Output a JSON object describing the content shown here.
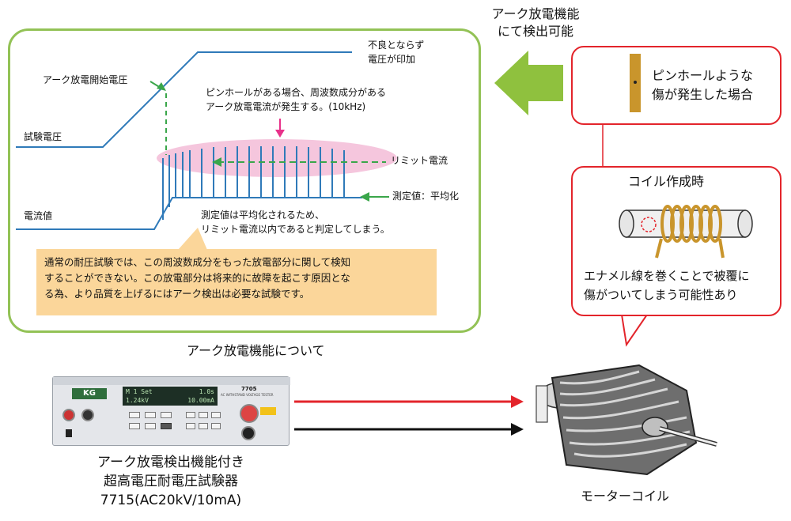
{
  "arc_panel": {
    "label_arc_start_voltage": "アーク放電開始電圧",
    "label_test_voltage": "試験電圧",
    "label_current_value": "電流値",
    "label_no_defect_line1": "不良とならず",
    "label_no_defect_line2": "電圧が印加",
    "label_pinhole_line1": "ピンホールがある場合、周波数成分がある",
    "label_pinhole_line2": "アーク放電電流が発生する。(10kHz)",
    "label_limit_current": "リミット電流",
    "label_measured": "測定値：平均化",
    "label_averaged_line1": "測定値は平均化されるため、",
    "label_averaged_line2": "リミット電流以内であると判定してしまう。",
    "note_line1": "通常の耐圧試験では、この周波数成分をもった放電部分に関して検知",
    "note_line2": "することができない。この放電部分は将来的に故障を起こす原因とな",
    "note_line3": "る為、より品質を上げるにはアーク検出は必要な試験です。",
    "caption": "アーク放電機能について"
  },
  "arrow_label_line1": "アーク放電機能",
  "arrow_label_line2": "にて検出可能",
  "pinhole_box": {
    "text_line1": "ピンホールような",
    "text_line2": "傷が発生した場合"
  },
  "coil_box": {
    "title": "コイル作成時",
    "text_line1": "エナメル線を巻くことで被覆に",
    "text_line2": "傷がついてしまう可能性あり"
  },
  "tester": {
    "brand": "KG",
    "model_badge": "7705",
    "panel_subtitle": "AC WITHSTAND VOLTAGE TESTER",
    "lcd_line1_left": "M 1 Set",
    "lcd_line1_right": "1.0s",
    "lcd_line2_left": "1.24kV",
    "lcd_line2_right": "10.00mA",
    "caption_line1": "アーク放電検出機能付き",
    "caption_line2": "超高電圧耐電圧試験器",
    "caption_line3": "7715(AC20kV/10mA)"
  },
  "motor_caption": "モーターコイル",
  "colors": {
    "green_frame": "#93c256",
    "green_arrow": "#8fc13e",
    "red": "#e3242b",
    "blue_line": "#2f7ab9",
    "dashed_green": "#3aa64a",
    "pink_ellipse": "#f5c6dd",
    "note_fill": "#fbd69a",
    "coil_gold": "#c9952c"
  }
}
